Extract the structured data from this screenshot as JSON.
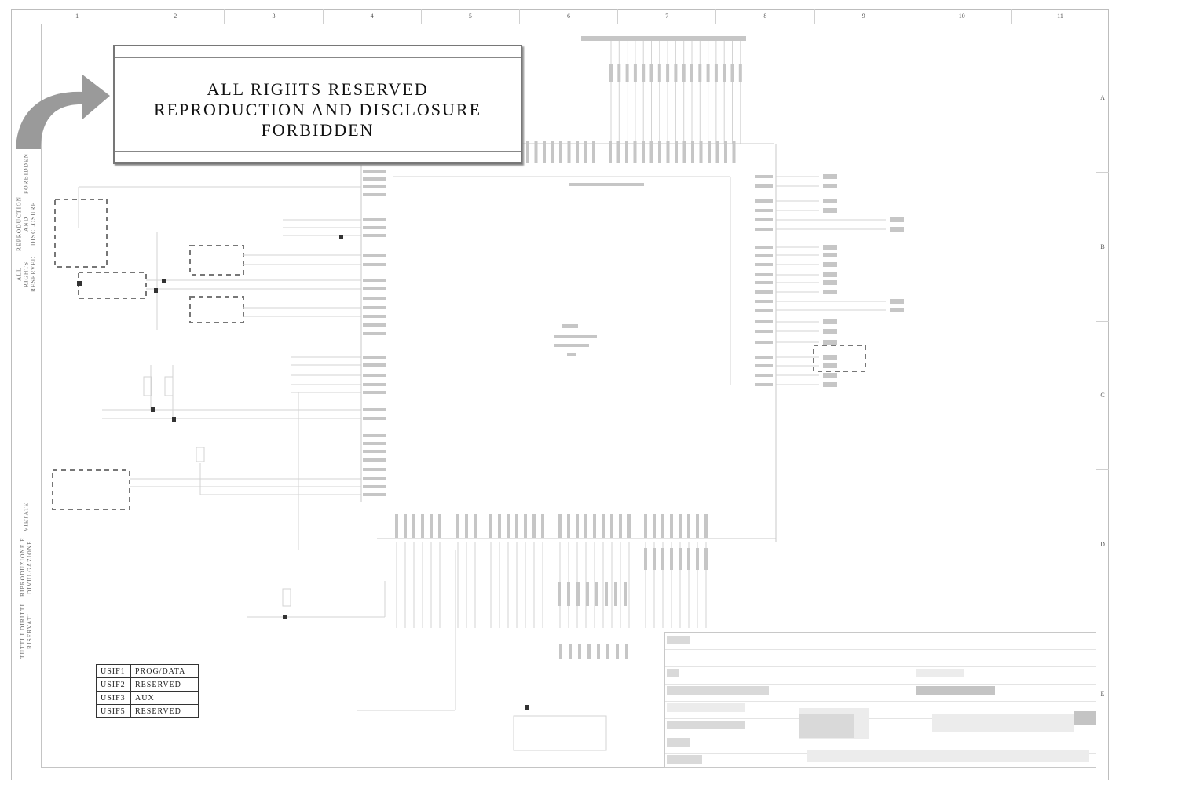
{
  "document": {
    "type": "electrical schematic drawing sheet",
    "watermark_banner": {
      "lines": [
        "ALL RIGHTS RESERVED",
        "REPRODUCTION AND DISCLOSURE",
        "FORBIDDEN"
      ]
    },
    "side_notice_en": {
      "lines": [
        "ALL RIGHTS RESERVED",
        "REPRODUCTION AND DISCLOSURE",
        "FORBIDDEN"
      ]
    },
    "side_notice_it": {
      "lines": [
        "TUTTI I DIRITTI RISERVATI",
        "RIPRODUZIONE E DIVULGAZIONE",
        "VIETATE"
      ]
    },
    "grid": {
      "columns": [
        "1",
        "2",
        "3",
        "4",
        "5",
        "6",
        "7",
        "8",
        "9",
        "10",
        "11"
      ],
      "rows": [
        "A",
        "B",
        "C",
        "D",
        "E"
      ]
    },
    "usif_table": [
      {
        "id": "USIF1",
        "function": "PROG/DATA"
      },
      {
        "id": "USIF2",
        "function": "RESERVED"
      },
      {
        "id": "USIF3",
        "function": "AUX"
      },
      {
        "id": "USIF5",
        "function": "RESERVED"
      }
    ],
    "title_block": {
      "content": "obscured (pixelated)"
    },
    "schematic_labels": "illegible (low resolution)"
  }
}
